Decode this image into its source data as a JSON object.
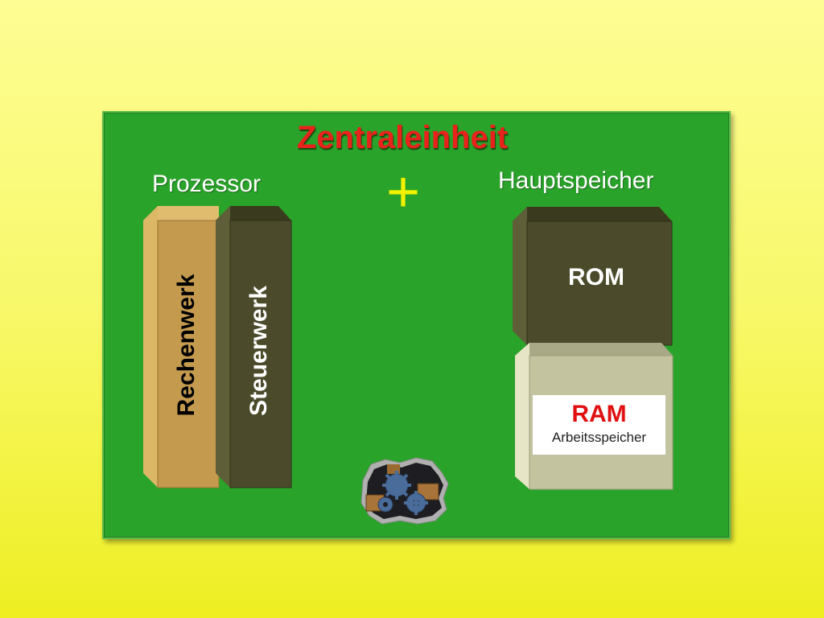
{
  "title": "Zentraleinheit",
  "left_heading": "Prozessor",
  "right_heading": "Hauptspeicher",
  "plus_symbol": "+",
  "processor": {
    "rechenwerk_label": "Rechenwerk",
    "steuerwerk_label": "Steuerwerk"
  },
  "memory": {
    "rom_label": "ROM",
    "ram_label": "RAM",
    "ram_sublabel": "Arbeitsspeicher"
  },
  "colors": {
    "background": "#f8f86a",
    "board": "#2aa32a",
    "title": "#e8231b",
    "plus": "#f2f200",
    "rechenwerk": "#c8a050",
    "steuerwerk": "#4b4b2b",
    "rom": "#4b4b2b",
    "ram": "#c3c3a0"
  },
  "icons": [
    "gears-icon"
  ]
}
